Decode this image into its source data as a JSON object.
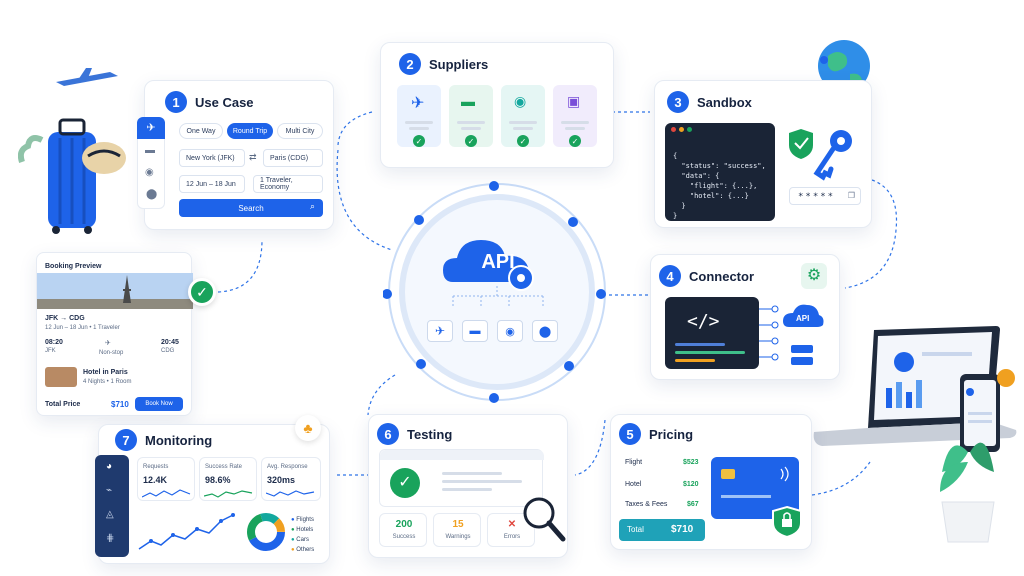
{
  "api_label": "API",
  "use_case": {
    "num": "1",
    "title": "Use Case",
    "trip_types": [
      "One Way",
      "Round Trip",
      "Multi City"
    ],
    "from": "New York (JFK)",
    "to": "Paris (CDG)",
    "dates": "12 Jun – 18 Jun",
    "travelers": "1 Traveler, Economy",
    "search": "Search"
  },
  "suppliers": {
    "num": "2",
    "title": "Suppliers"
  },
  "sandbox": {
    "num": "3",
    "title": "Sandbox",
    "code_lines": [
      "{",
      "  \"status\": \"success\",",
      "  \"data\": {",
      "    \"flight\": {...},",
      "    \"hotel\": {...}",
      "  }",
      "}"
    ],
    "masked_key": "*****"
  },
  "connector": {
    "num": "4",
    "title": "Connector",
    "code_symbol": "</>",
    "api_label": "API"
  },
  "pricing": {
    "num": "5",
    "title": "Pricing",
    "rows": [
      {
        "label": "Flight",
        "value": "$523"
      },
      {
        "label": "Hotel",
        "value": "$120"
      },
      {
        "label": "Taxes & Fees",
        "value": "$67"
      }
    ],
    "total_label": "Total",
    "total_value": "$710"
  },
  "testing": {
    "num": "6",
    "title": "Testing",
    "results": [
      {
        "value": "200",
        "label": "Success",
        "color": "#19a35c"
      },
      {
        "value": "15",
        "label": "Warnings",
        "color": "#f0a020"
      },
      {
        "value": "✕",
        "label": "Errors",
        "color": "#e0473e"
      }
    ]
  },
  "monitoring": {
    "num": "7",
    "title": "Monitoring",
    "stats": [
      {
        "label": "Requests",
        "value": "12.4K"
      },
      {
        "label": "Success Rate",
        "value": "98.6%"
      },
      {
        "label": "Avg. Response",
        "value": "320ms"
      }
    ],
    "legend": [
      "Flights",
      "Hotels",
      "Cars",
      "Others"
    ]
  },
  "booking": {
    "title": "Booking Preview",
    "route": "JFK → CDG",
    "route_sub": "12 Jun – 18 Jun • 1 Traveler",
    "dep_time": "08:20",
    "dep_code": "JFK",
    "arr_time": "20:45",
    "arr_code": "CDG",
    "stops": "Non-stop",
    "hotel": "Hotel in Paris",
    "hotel_sub": "4 Nights • 1 Room",
    "total_label": "Total Price",
    "total_value": "$710",
    "book": "Book Now"
  },
  "colors": {
    "accent": "#1e63e9",
    "success": "#19a35c",
    "warning": "#f0a020",
    "error": "#e0473e"
  }
}
